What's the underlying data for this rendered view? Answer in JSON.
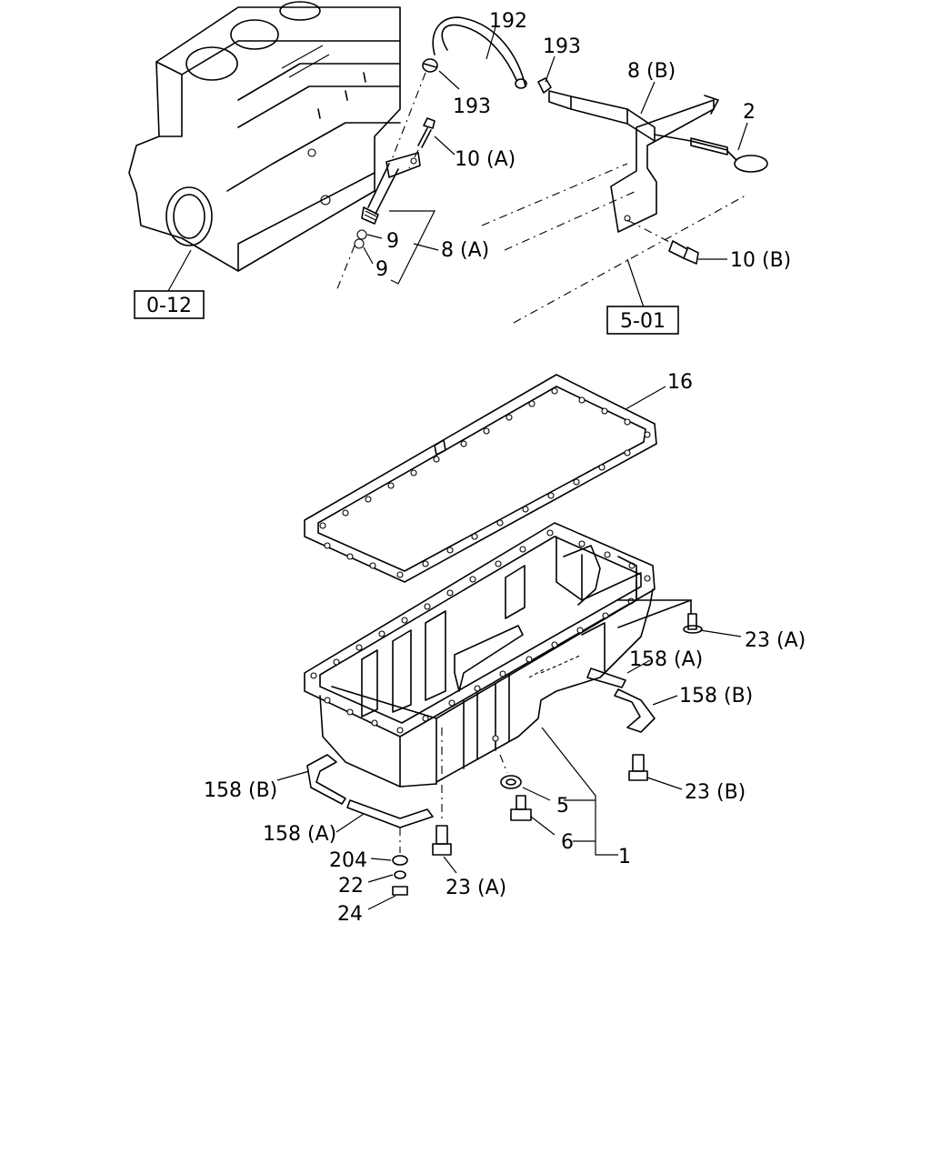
{
  "callouts": {
    "c192": "192",
    "c193a": "193",
    "c193b": "193",
    "c8b": "8 (B)",
    "c2": "2",
    "c10a": "10 (A)",
    "c9a": "9",
    "c9b": "9",
    "c8a": "8 (A)",
    "c10b": "10 (B)",
    "c16": "16",
    "c23a_top": "23 (A)",
    "c158a_right": "158 (A)",
    "c158b_right": "158 (B)",
    "c23b": "23 (B)",
    "c158b_left": "158 (B)",
    "c158a_left": "158 (A)",
    "c5": "5",
    "c6": "6",
    "c1": "1",
    "c204": "204",
    "c22": "22",
    "c24": "24",
    "c23a_bottom": "23 (A)"
  },
  "references": {
    "ref_engine": "0-12",
    "ref_level": "5-01"
  }
}
